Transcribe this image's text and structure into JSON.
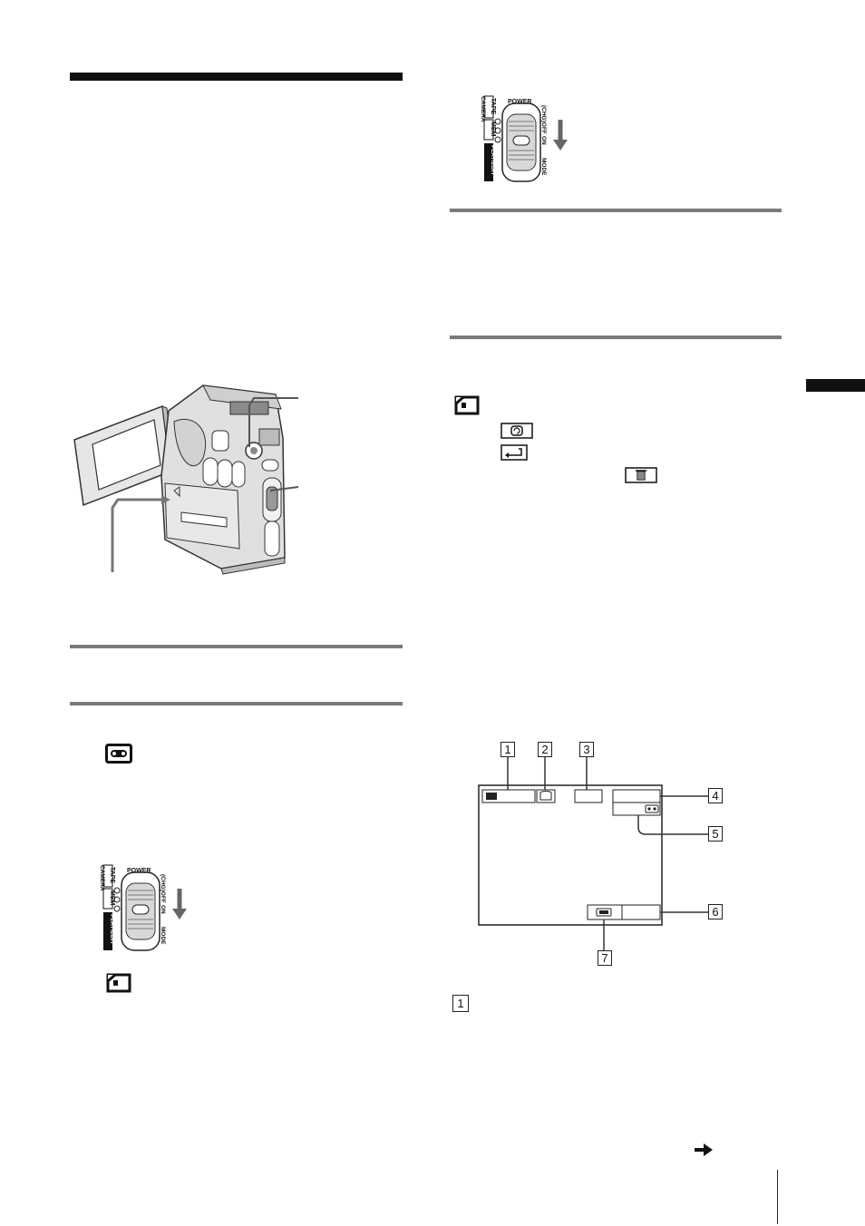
{
  "icons": {
    "tape_icon": "cassette-tape-icon",
    "memory_icon": "memory-stick-icon",
    "review_icon": "review-icon",
    "return_icon": "return-arrow-icon",
    "trash_icon": "trash-icon",
    "continue_arrow": "right-arrow-icon"
  },
  "power_switch": {
    "label_power": "POWER",
    "label_tape": "TAPE",
    "label_mem": "MEM",
    "label_camera": "CAMERA",
    "label_playedit": "PLAY/EDIT",
    "label_off": "(CHG)OFF",
    "label_on": "ON",
    "label_mode": "MODE"
  },
  "screen_diagram": {
    "callouts": [
      "1",
      "2",
      "3",
      "4",
      "5",
      "6",
      "7"
    ]
  },
  "legend_item": "1",
  "colors": {
    "ink": "#111111",
    "rule_gray": "#7a7a7a",
    "device_body": "#e0e0e0"
  }
}
